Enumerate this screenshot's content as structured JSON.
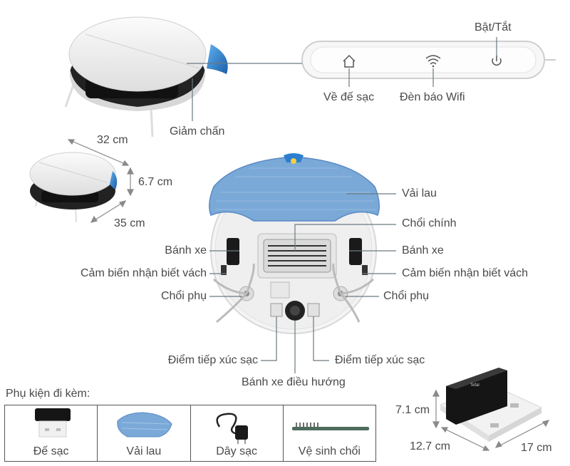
{
  "top_labels": {
    "power": "Bật/Tắt",
    "home": "Về đế sạc",
    "wifi": "Đèn báo Wifi",
    "bumper": "Giảm chấn"
  },
  "dimensions": {
    "width": "32 cm",
    "height": "6.7 cm",
    "depth": "35 cm"
  },
  "bottom_labels": {
    "mop": "Vải lau",
    "main_brush": "Chổi chính",
    "wheel_left": "Bánh xe",
    "wheel_right": "Bánh xe",
    "cliff_left": "Cảm biến nhận biết vách",
    "cliff_right": "Cảm biến nhận biết vách",
    "side_brush_left": "Chổi phụ",
    "side_brush_right": "Chổi phụ",
    "contact_left": "Điểm tiếp xúc sạc",
    "contact_right": "Điểm tiếp xúc sạc",
    "caster": "Bánh xe điều hướng"
  },
  "accessories": {
    "title": "Phụ kiện đi kèm:",
    "items": [
      "Đế sạc",
      "Vải lau",
      "Dây sạc",
      "Vệ sinh chổi"
    ]
  },
  "dock_dimensions": {
    "height": "7.1 cm",
    "depth": "12.7 cm",
    "width": "17 cm"
  },
  "colors": {
    "robot_white": "#f2f2f2",
    "accent_blue": "#2c7fd0",
    "mop_blue": "#7aa9d8",
    "line": "#6a7a80"
  }
}
